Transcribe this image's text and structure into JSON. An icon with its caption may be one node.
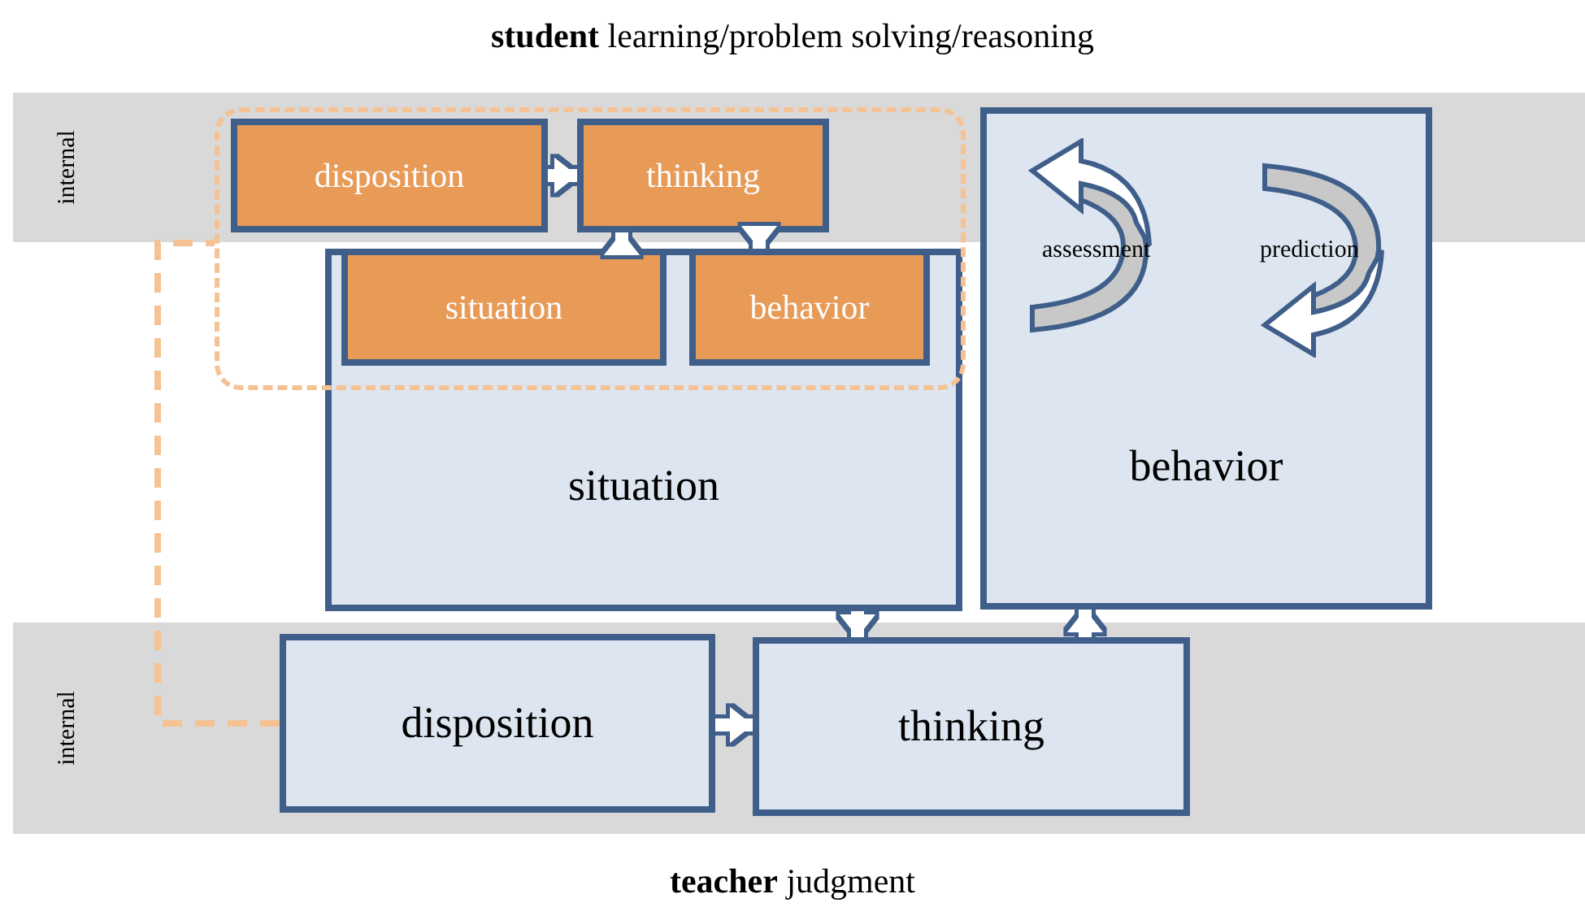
{
  "diagram": {
    "title": "**student** learning/problem solving/reasoning",
    "caption": "**teacher** judgment",
    "nodes": [
      {
        "text": [],
        "shape": "box"
      },
      {
        "text": [
          "disposition"
        ],
        "in": 0
      },
      {
        "text": [
          "thinking"
        ],
        "in": 0
      },
      {
        "text": [
          "situation"
        ]
      },
      {
        "text": [
          "situation"
        ]
      },
      {
        "text": [
          "behavior"
        ]
      },
      {
        "text": [
          "assessment",
          "prediction",
          "behavior"
        ]
      },
      {
        "text": [
          "disposition"
        ]
      },
      {
        "text": [
          "thinking"
        ]
      }
    ],
    "edges": [
      {
        "from": 1,
        "to": 2,
        "arrow": "to"
      },
      {
        "from": 4,
        "to": 2,
        "arrow": "to"
      },
      {
        "from": 2,
        "to": 5,
        "arrow": "to"
      },
      {
        "from": 3,
        "to": 8,
        "arrow": "to"
      },
      {
        "from": 7,
        "to": 8,
        "arrow": "to"
      },
      {
        "from": 8,
        "to": 6,
        "arrow": "to"
      },
      {
        "from": 7,
        "to": 0,
        "arrow": "none",
        "style": "dashed",
        "color": "#f5c293"
      }
    ],
    "labels": [
      "internal",
      "internal"
    ]
  }
}
